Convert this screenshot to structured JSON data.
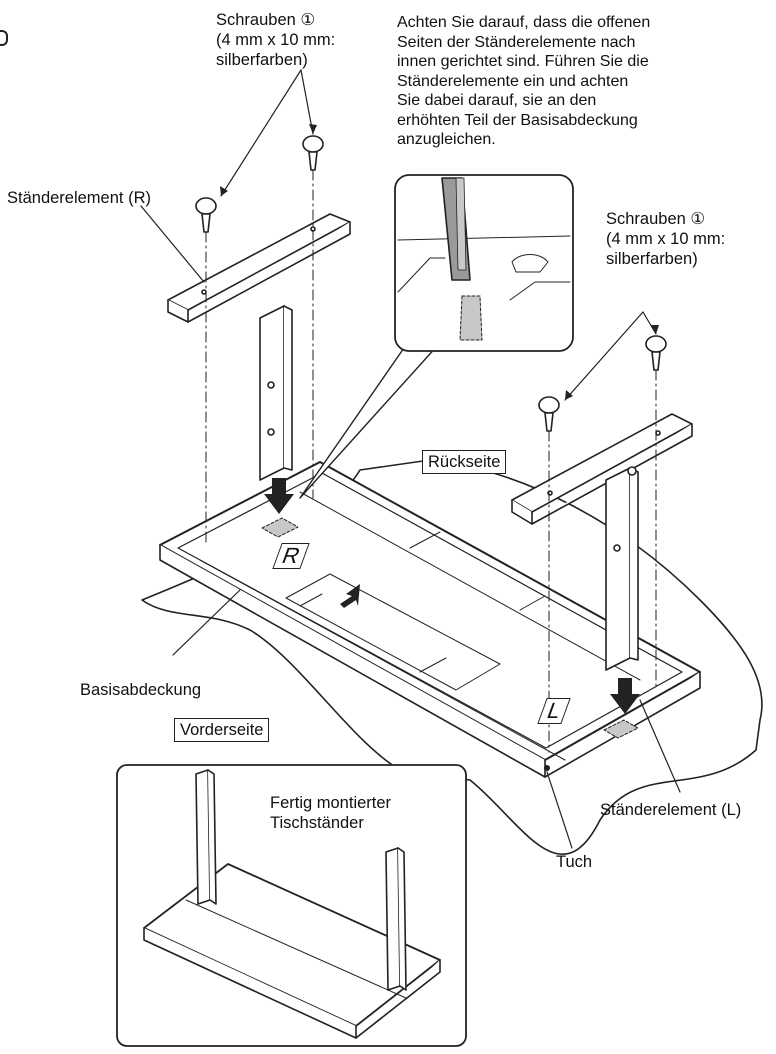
{
  "labels": {
    "screws_top_left": [
      "Schrauben ①",
      "(4 mm x 10 mm:",
      "silberfarben)"
    ],
    "screws_right": [
      "Schrauben ①",
      "(4 mm x 10 mm:",
      "silberfarben)"
    ],
    "instruction": [
      "Achten Sie darauf, dass die offenen",
      "Seiten der Ständerelemente nach",
      "innen gerichtet sind. Führen Sie die",
      "Ständerelemente ein und achten",
      "Sie dabei darauf, sie an den",
      "erhöhten Teil der Basisabdeckung",
      "anzugleichen."
    ],
    "stand_element_r": "Ständerelement (R)",
    "stand_element_l": "Ständerelement (L)",
    "rear_side": "Rückseite",
    "front_side": "Vorderseite",
    "base_cover": "Basisabdeckung",
    "cloth": "Tuch",
    "assembled": [
      "Fertig montierter",
      "Tischständer"
    ],
    "mark_r": "R",
    "mark_l": "L"
  },
  "colors": {
    "line": "#222222",
    "fill": "#ffffff",
    "shade": "#bdbdbd",
    "dark_shade": "#8a8a8a"
  }
}
